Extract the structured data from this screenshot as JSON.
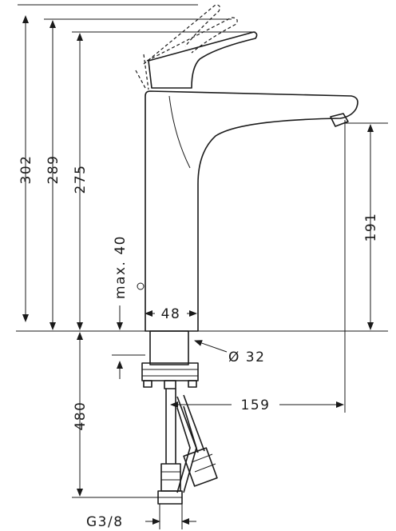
{
  "dimensions": {
    "height_302": "302",
    "height_289": "289",
    "height_275": "275",
    "spout_clearance_191": "191",
    "max_thickness": "max. 40",
    "body_diameter_48": "48",
    "shank_diameter_32": "Ø 32",
    "spout_reach_159": "159",
    "below_counter_480": "480",
    "connection_thread": "G3/8"
  }
}
